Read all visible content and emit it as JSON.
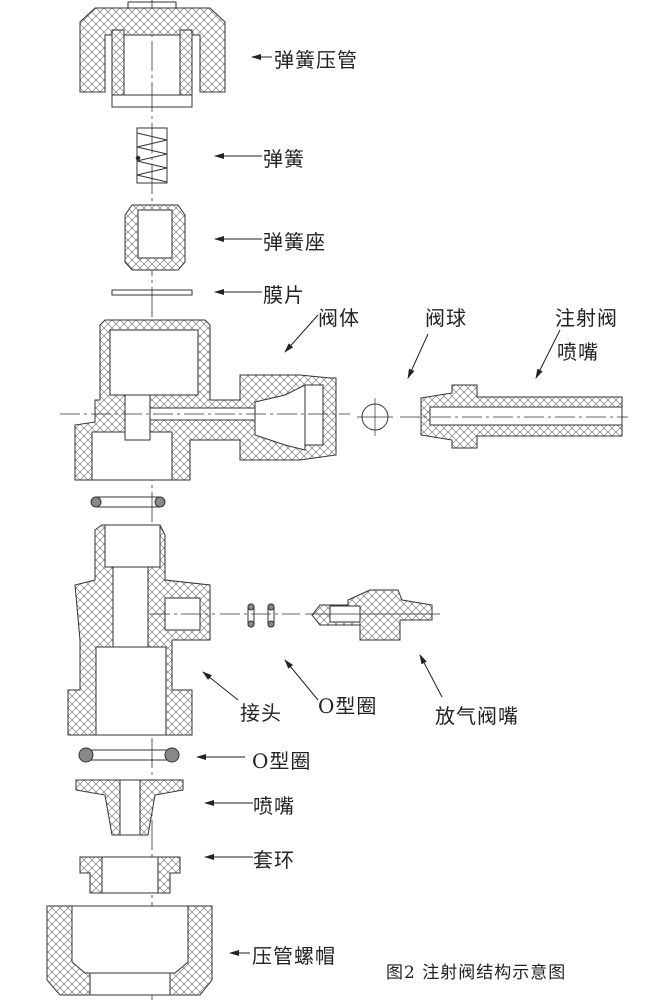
{
  "diagram": {
    "caption": "图2  注射阀结构示意图",
    "labels": {
      "spring_press_tube": "弹簧压管",
      "spring": "弹簧",
      "spring_seat": "弹簧座",
      "diaphragm": "膜片",
      "valve_body": "阀体",
      "valve_ball": "阀球",
      "injection_nozzle_line1": "注射阀",
      "injection_nozzle_line2": "喷嘴",
      "joint": "接头",
      "o_ring_mid": "O型圈",
      "bleed_nozzle": "放气阀嘴",
      "o_ring_bottom": "O型圈",
      "nozzle": "喷嘴",
      "collar": "套环",
      "press_nut": "压管螺帽"
    }
  }
}
